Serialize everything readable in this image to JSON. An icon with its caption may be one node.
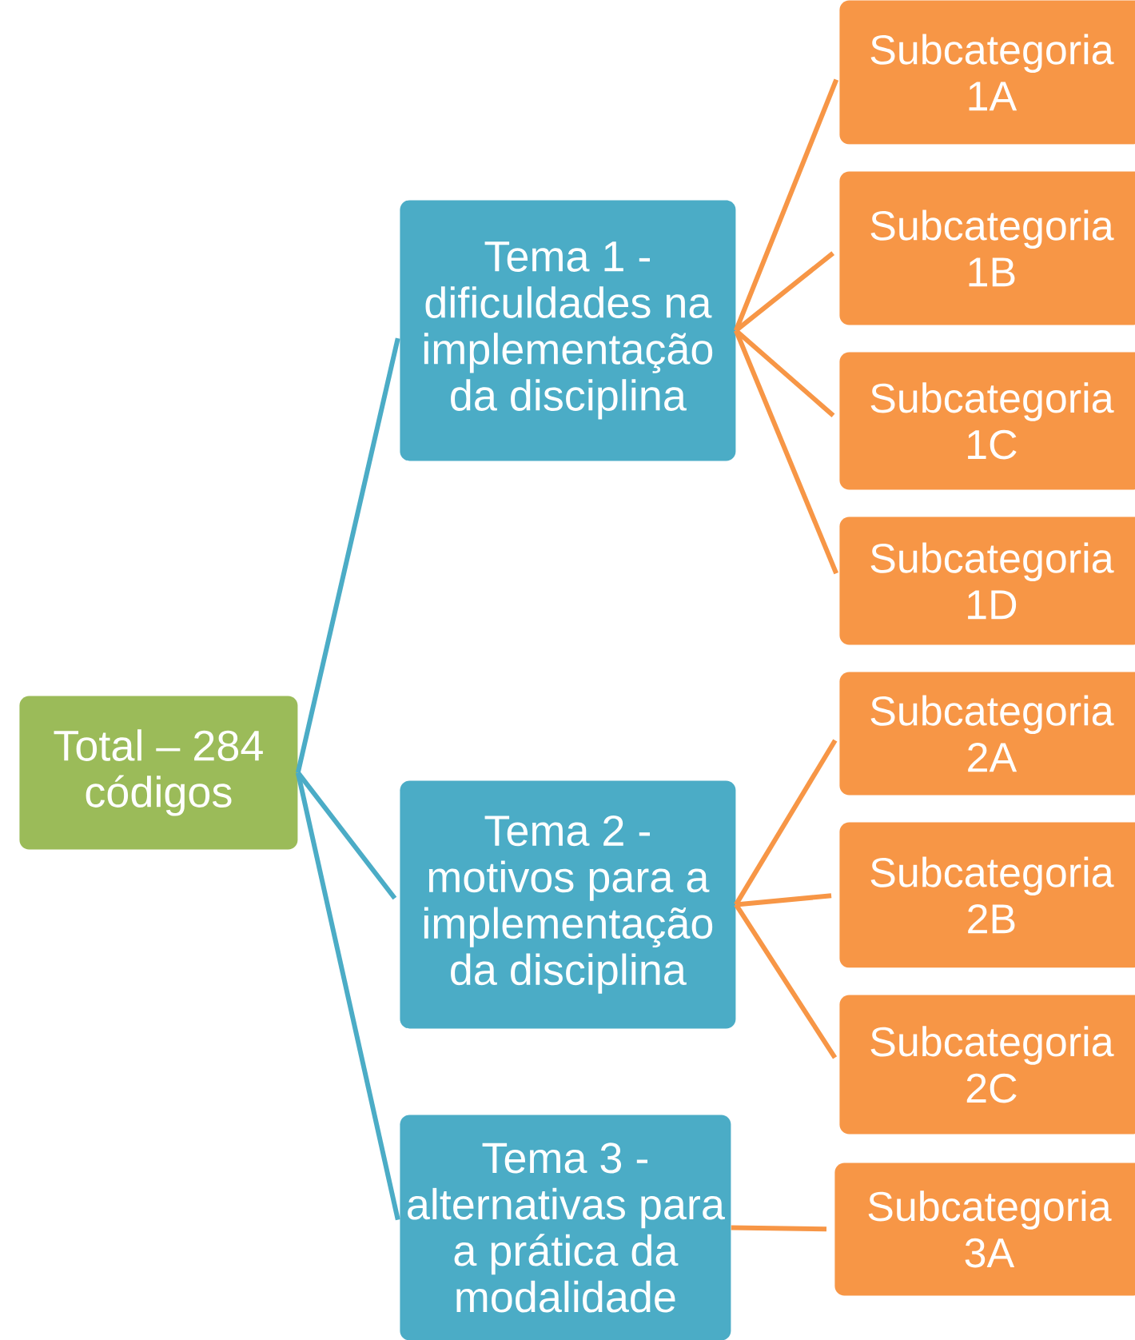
{
  "diagram": {
    "nodes": [
      {
        "text": [
          "Total – 284 códigos"
        ]
      },
      {
        "text": [
          "Tema 1 - dificuldades na implementação da disciplina"
        ]
      },
      {
        "text": [
          "Tema 2 - motivos para a implementação da disciplina"
        ]
      },
      {
        "text": [
          "Tema 3 - alternativas para a prática da modalidade"
        ]
      },
      {
        "text": [
          "Subcategoria 1A"
        ]
      },
      {
        "text": [
          "Subcategoria 1B"
        ]
      },
      {
        "text": [
          "Subcategoria 1C"
        ]
      },
      {
        "text": [
          "Subcategoria 1D"
        ]
      },
      {
        "text": [
          "Subcategoria 2A"
        ]
      },
      {
        "text": [
          "Subcategoria 2B"
        ]
      },
      {
        "text": [
          "Subcategoria 2C"
        ]
      },
      {
        "text": [
          "Subcategoria 3A"
        ]
      }
    ],
    "edges": [
      {
        "from": 0,
        "to": 1,
        "arrow": "none",
        "color": "#4bacc6"
      },
      {
        "from": 0,
        "to": 2,
        "arrow": "none",
        "color": "#4bacc6"
      },
      {
        "from": 0,
        "to": 3,
        "arrow": "none",
        "color": "#4bacc6"
      },
      {
        "from": 1,
        "to": 4,
        "arrow": "none"
      },
      {
        "from": 1,
        "to": 5,
        "arrow": "none"
      },
      {
        "from": 1,
        "to": 6,
        "arrow": "none"
      },
      {
        "from": 1,
        "to": 7,
        "arrow": "none"
      },
      {
        "from": 2,
        "to": 8,
        "arrow": "none"
      },
      {
        "from": 2,
        "to": 9,
        "arrow": "none"
      },
      {
        "from": 2,
        "to": 10,
        "arrow": "none"
      },
      {
        "from": 3,
        "to": 11,
        "arrow": "none"
      }
    ]
  }
}
